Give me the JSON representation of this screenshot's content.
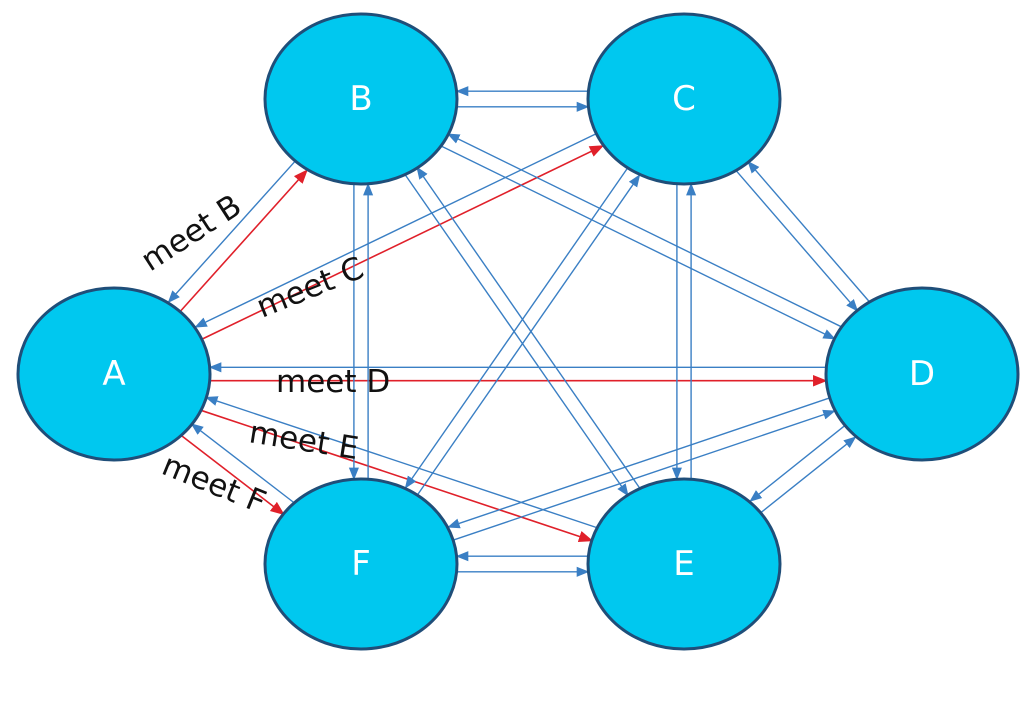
{
  "colors": {
    "node_fill": "#00c8ef",
    "node_stroke": "#1f4e79",
    "edge_blue": "#3a7fc4",
    "edge_red": "#e0202a",
    "label_text": "#111111",
    "node_text": "#ffffff"
  },
  "nodes": [
    {
      "id": "A",
      "label": "A"
    },
    {
      "id": "B",
      "label": "B"
    },
    {
      "id": "C",
      "label": "C"
    },
    {
      "id": "D",
      "label": "D"
    },
    {
      "id": "E",
      "label": "E"
    },
    {
      "id": "F",
      "label": "F"
    }
  ],
  "edges": [
    {
      "from": "A",
      "to": "B",
      "color": "red",
      "label": "meet B"
    },
    {
      "from": "B",
      "to": "A",
      "color": "blue"
    },
    {
      "from": "A",
      "to": "C",
      "color": "red",
      "label": "meet C"
    },
    {
      "from": "C",
      "to": "A",
      "color": "blue"
    },
    {
      "from": "A",
      "to": "D",
      "color": "red",
      "label": "meet D"
    },
    {
      "from": "D",
      "to": "A",
      "color": "blue"
    },
    {
      "from": "A",
      "to": "E",
      "color": "red",
      "label": "meet E"
    },
    {
      "from": "E",
      "to": "A",
      "color": "blue"
    },
    {
      "from": "A",
      "to": "F",
      "color": "red",
      "label": "meet F"
    },
    {
      "from": "F",
      "to": "A",
      "color": "blue"
    },
    {
      "from": "B",
      "to": "C",
      "color": "blue"
    },
    {
      "from": "C",
      "to": "B",
      "color": "blue"
    },
    {
      "from": "B",
      "to": "D",
      "color": "blue"
    },
    {
      "from": "D",
      "to": "B",
      "color": "blue"
    },
    {
      "from": "B",
      "to": "E",
      "color": "blue"
    },
    {
      "from": "E",
      "to": "B",
      "color": "blue"
    },
    {
      "from": "B",
      "to": "F",
      "color": "blue"
    },
    {
      "from": "F",
      "to": "B",
      "color": "blue"
    },
    {
      "from": "C",
      "to": "D",
      "color": "blue"
    },
    {
      "from": "D",
      "to": "C",
      "color": "blue"
    },
    {
      "from": "C",
      "to": "E",
      "color": "blue"
    },
    {
      "from": "E",
      "to": "C",
      "color": "blue"
    },
    {
      "from": "C",
      "to": "F",
      "color": "blue"
    },
    {
      "from": "F",
      "to": "C",
      "color": "blue"
    },
    {
      "from": "D",
      "to": "E",
      "color": "blue"
    },
    {
      "from": "E",
      "to": "D",
      "color": "blue"
    },
    {
      "from": "D",
      "to": "F",
      "color": "blue"
    },
    {
      "from": "F",
      "to": "D",
      "color": "blue"
    },
    {
      "from": "F",
      "to": "E",
      "color": "blue"
    },
    {
      "from": "E",
      "to": "F",
      "color": "blue"
    }
  ]
}
